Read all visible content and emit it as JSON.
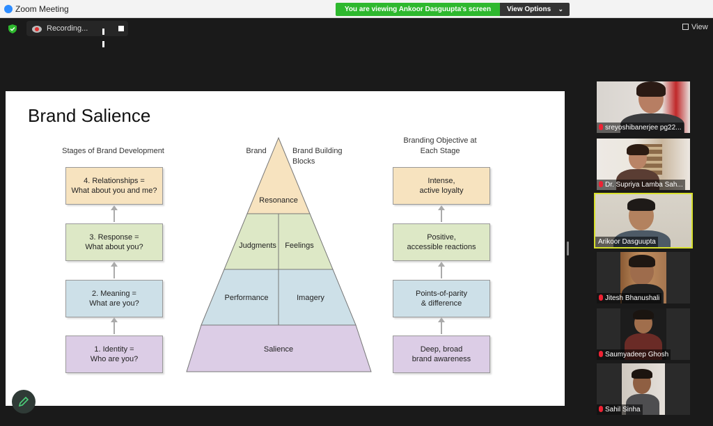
{
  "window": {
    "title": "Zoom Meeting",
    "share_banner": "You are viewing Ankoor Dasguupta's screen",
    "view_options_label": "View Options",
    "view_label": "View"
  },
  "recording": {
    "status_label": "Recording..."
  },
  "slide": {
    "title": "Brand Salience",
    "left_heading": "Stages of Brand Development",
    "pyramid_heading_left": "Brand",
    "pyramid_heading_right": "Brand Building Blocks",
    "right_heading": "Branding Objective at Each Stage",
    "stages": [
      {
        "line1": "4. Relationships =",
        "line2": "What about you and me?"
      },
      {
        "line1": "3. Response =",
        "line2": "What about you?"
      },
      {
        "line1": "2. Meaning =",
        "line2": "What are you?"
      },
      {
        "line1": "1. Identity =",
        "line2": "Who are you?"
      }
    ],
    "pyramid": {
      "resonance": "Resonance",
      "judgments": "Judgments",
      "feelings": "Feelings",
      "performance": "Performance",
      "imagery": "Imagery",
      "salience": "Salience"
    },
    "objectives": [
      {
        "line1": "Intense,",
        "line2": "active loyalty"
      },
      {
        "line1": "Positive,",
        "line2": "accessible reactions"
      },
      {
        "line1": "Points-of-parity",
        "line2": "& difference"
      },
      {
        "line1": "Deep, broad",
        "line2": "brand awareness"
      }
    ]
  },
  "participants": [
    {
      "name": "sreyoshibanerjee pg22...",
      "muted": true
    },
    {
      "name": "Dr. Supriya Lamba Sah...",
      "muted": true
    },
    {
      "name": "Arikoor Dasguupta",
      "muted": false
    },
    {
      "name": "Jitesh Bhanushali",
      "muted": true
    },
    {
      "name": "Saumyadeep Ghosh",
      "muted": true
    },
    {
      "name": "Sahil Sinha",
      "muted": true
    }
  ],
  "colors": {
    "banner_green": "#2eb82e",
    "active_speaker_border": "#d7e02c",
    "stage4": "#f7e3bf",
    "stage3": "#dde8c6",
    "stage2": "#cde0e8",
    "stage1": "#dccde6"
  },
  "icons": [
    "zoom-app-icon",
    "shield-icon",
    "cloud-record-icon",
    "pause-icon",
    "stop-icon",
    "view-grid-icon",
    "pencil-icon",
    "mic-muted-icon"
  ]
}
